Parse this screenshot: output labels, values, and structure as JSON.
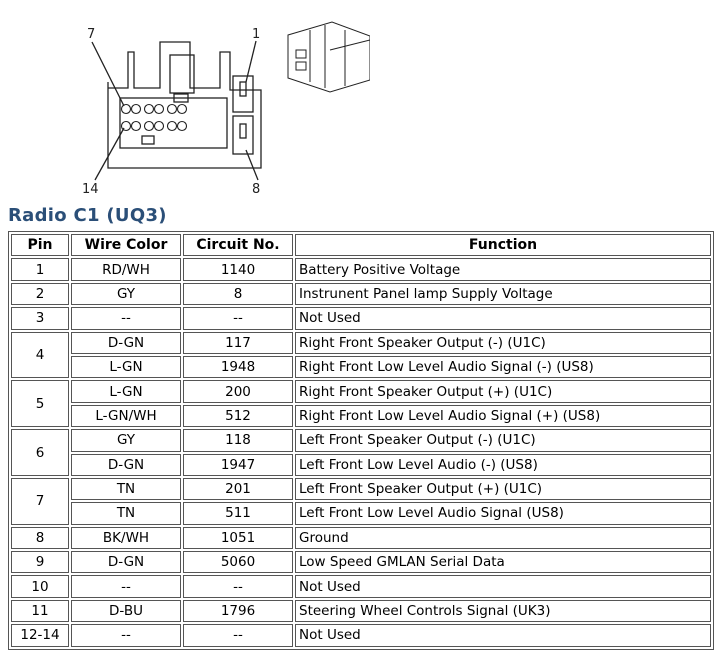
{
  "diagram": {
    "labels": {
      "top_left": "7",
      "top_right": "1",
      "bottom_left": "14",
      "bottom_right": "8"
    }
  },
  "title": "Radio C1 (UQ3)",
  "table": {
    "headers": [
      "Pin",
      "Wire Color",
      "Circuit No.",
      "Function"
    ],
    "pins": [
      {
        "pin": "1",
        "wires": [
          {
            "color": "RD/WH",
            "circuit": "1140",
            "function": "Battery Positive Voltage"
          }
        ]
      },
      {
        "pin": "2",
        "wires": [
          {
            "color": "GY",
            "circuit": "8",
            "function": "Instrunent Panel lamp Supply Voltage"
          }
        ]
      },
      {
        "pin": "3",
        "wires": [
          {
            "color": "--",
            "circuit": "--",
            "function": "Not Used"
          }
        ]
      },
      {
        "pin": "4",
        "wires": [
          {
            "color": "D-GN",
            "circuit": "117",
            "function": "Right Front Speaker Output (-) (U1C)"
          },
          {
            "color": "L-GN",
            "circuit": "1948",
            "function": "Right Front Low Level Audio Signal (-) (US8)"
          }
        ]
      },
      {
        "pin": "5",
        "wires": [
          {
            "color": "L-GN",
            "circuit": "200",
            "function": "Right Front Speaker Output (+) (U1C)"
          },
          {
            "color": "L-GN/WH",
            "circuit": "512",
            "function": "Right Front Low Level Audio Signal (+) (US8)"
          }
        ]
      },
      {
        "pin": "6",
        "wires": [
          {
            "color": "GY",
            "circuit": "118",
            "function": "Left Front Speaker Output (-) (U1C)"
          },
          {
            "color": "D-GN",
            "circuit": "1947",
            "function": "Left Front Low Level Audio (-) (US8)"
          }
        ]
      },
      {
        "pin": "7",
        "wires": [
          {
            "color": "TN",
            "circuit": "201",
            "function": "Left Front Speaker Output (+) (U1C)"
          },
          {
            "color": "TN",
            "circuit": "511",
            "function": "Left Front Low Level Audio Signal (US8)"
          }
        ]
      },
      {
        "pin": "8",
        "wires": [
          {
            "color": "BK/WH",
            "circuit": "1051",
            "function": "Ground"
          }
        ]
      },
      {
        "pin": "9",
        "wires": [
          {
            "color": "D-GN",
            "circuit": "5060",
            "function": "Low Speed GMLAN Serial Data"
          }
        ]
      },
      {
        "pin": "10",
        "wires": [
          {
            "color": "--",
            "circuit": "--",
            "function": "Not Used"
          }
        ]
      },
      {
        "pin": "11",
        "wires": [
          {
            "color": "D-BU",
            "circuit": "1796",
            "function": "Steering Wheel Controls Signal (UK3)"
          }
        ]
      },
      {
        "pin": "12-14",
        "wires": [
          {
            "color": "--",
            "circuit": "--",
            "function": "Not Used"
          }
        ]
      }
    ]
  }
}
